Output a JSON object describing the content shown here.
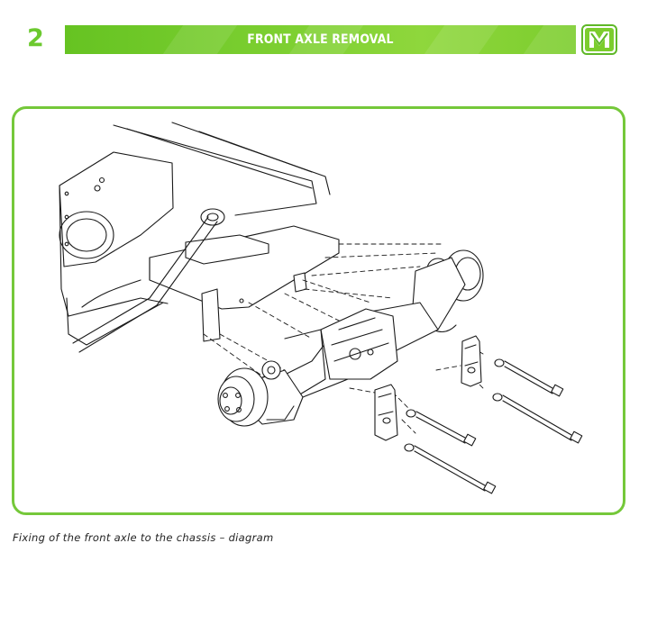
{
  "header": {
    "section_number": "2",
    "title": "FRONT AXLE REMOVAL",
    "accent_color": "#7ccd2e",
    "logo_icon": "brand-logo-icon"
  },
  "figure": {
    "frame_color": "#75c83a",
    "caption": "Fixing of the front axle to the chassis – diagram"
  }
}
